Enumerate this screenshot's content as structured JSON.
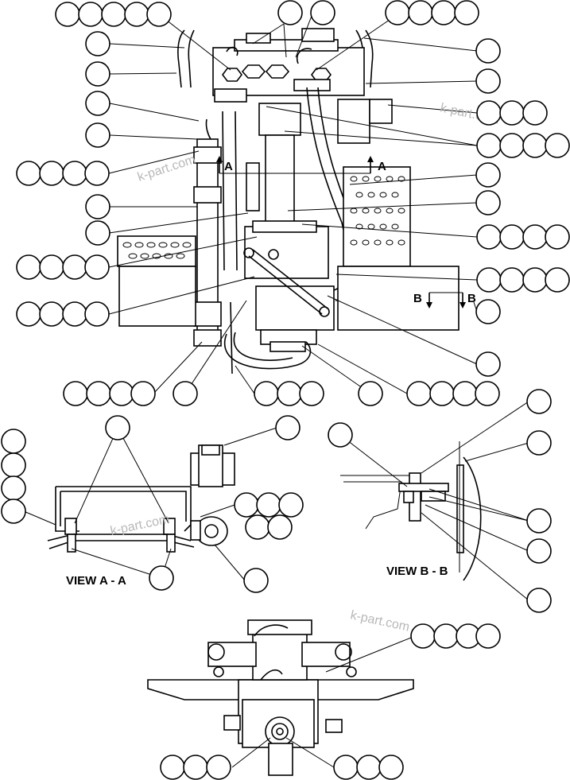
{
  "views": {
    "section_a": "VIEW A - A",
    "section_b": "VIEW B - B"
  },
  "section_markers": {
    "a_left": "A",
    "a_right": "A",
    "b_left": "B",
    "b_right": "B"
  },
  "watermarks": [
    "k-part.com",
    "k-part.com",
    "k-part.com",
    "k-part.com"
  ],
  "callout_groups": [
    {
      "id": "top-left-row",
      "count": 5
    },
    {
      "id": "top-center-a",
      "count": 1
    },
    {
      "id": "top-center-b",
      "count": 1
    },
    {
      "id": "top-right-row",
      "count": 4
    },
    {
      "id": "left-col-1",
      "count": 1
    },
    {
      "id": "left-col-2",
      "count": 1
    },
    {
      "id": "left-col-3",
      "count": 1
    },
    {
      "id": "left-col-4",
      "count": 1
    },
    {
      "id": "left-row-5",
      "count": 4
    },
    {
      "id": "left-col-6",
      "count": 1
    },
    {
      "id": "left-col-7",
      "count": 1
    },
    {
      "id": "left-row-8",
      "count": 4
    },
    {
      "id": "left-row-9",
      "count": 4
    },
    {
      "id": "right-col-1",
      "count": 1
    },
    {
      "id": "right-col-2",
      "count": 1
    },
    {
      "id": "right-row-3",
      "count": 3
    },
    {
      "id": "right-row-4",
      "count": 4
    },
    {
      "id": "right-col-5",
      "count": 1
    },
    {
      "id": "right-col-6",
      "count": 1
    },
    {
      "id": "right-row-7",
      "count": 4
    },
    {
      "id": "right-row-8",
      "count": 4
    },
    {
      "id": "right-col-9",
      "count": 1
    },
    {
      "id": "right-col-10",
      "count": 1
    },
    {
      "id": "bottom-row-1",
      "count": 4
    },
    {
      "id": "bottom-single-1",
      "count": 1
    },
    {
      "id": "bottom-row-2",
      "count": 3
    },
    {
      "id": "bottom-single-2",
      "count": 1
    },
    {
      "id": "bottom-row-3",
      "count": 4
    }
  ]
}
